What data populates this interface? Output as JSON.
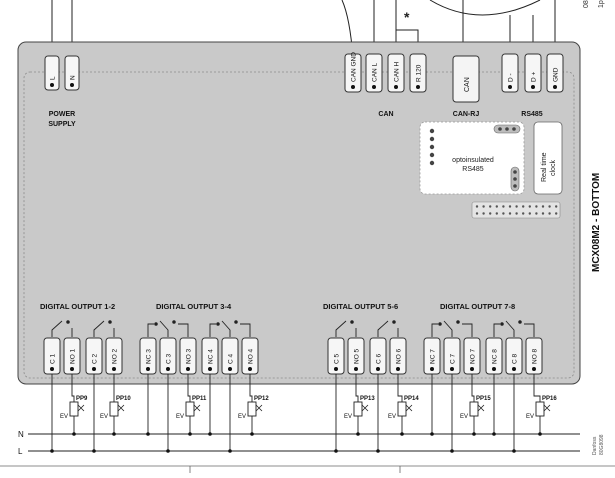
{
  "labels": {
    "power_supply_1": "POWER",
    "power_supply_2": "SUPPLY",
    "can": "CAN",
    "can_rj": "CAN-RJ",
    "rs485": "RS485",
    "optoinsulated_1": "optoinsulated",
    "optoinsulated_2": "RS485",
    "real_time_clock_1": "Real time",
    "real_time_clock_2": "clock",
    "vertical_title": "MCX08M2 - BOTTOM",
    "do_12": "DIGITAL OUTPUT 1-2",
    "do_34": "DIGITAL OUTPUT 3-4",
    "do_56": "DIGITAL OUTPUT  5-6",
    "do_78": "DIGITAL OUTPUT 7-8",
    "line_n": "N",
    "line_l": "L",
    "asterisk": "*",
    "top_right_1": "08",
    "top_right_2": "1p",
    "danfoss_1": "Danfoss",
    "danfoss_2": "80G8098"
  },
  "power_terminals": [
    "L",
    "N"
  ],
  "can_terminals": [
    "CAN GND",
    "CAN L",
    "CAN H",
    "R 120"
  ],
  "can_rj_terminal": "CAN",
  "rs485_terminals": [
    "D -",
    "D +",
    "GND"
  ],
  "output_terminals": [
    "C 1",
    "NO 1",
    "C 2",
    "NO 2",
    "NC 3",
    "C 3",
    "NO 3",
    "NC 4",
    "C 4",
    "NO 4",
    "C 5",
    "NO 5",
    "C 6",
    "NO 6",
    "NC 7",
    "C 7",
    "NO 7",
    "NC 8",
    "C 8",
    "NO 8"
  ],
  "valves": [
    {
      "pp": "PP9",
      "ev": "EV"
    },
    {
      "pp": "PP10",
      "ev": "EV"
    },
    {
      "pp": "PP11",
      "ev": "EV"
    },
    {
      "pp": "PP12",
      "ev": "EV"
    },
    {
      "pp": "PP13",
      "ev": "EV"
    },
    {
      "pp": "PP14",
      "ev": "EV"
    },
    {
      "pp": "PP15",
      "ev": "EV"
    },
    {
      "pp": "PP16",
      "ev": "EV"
    }
  ]
}
